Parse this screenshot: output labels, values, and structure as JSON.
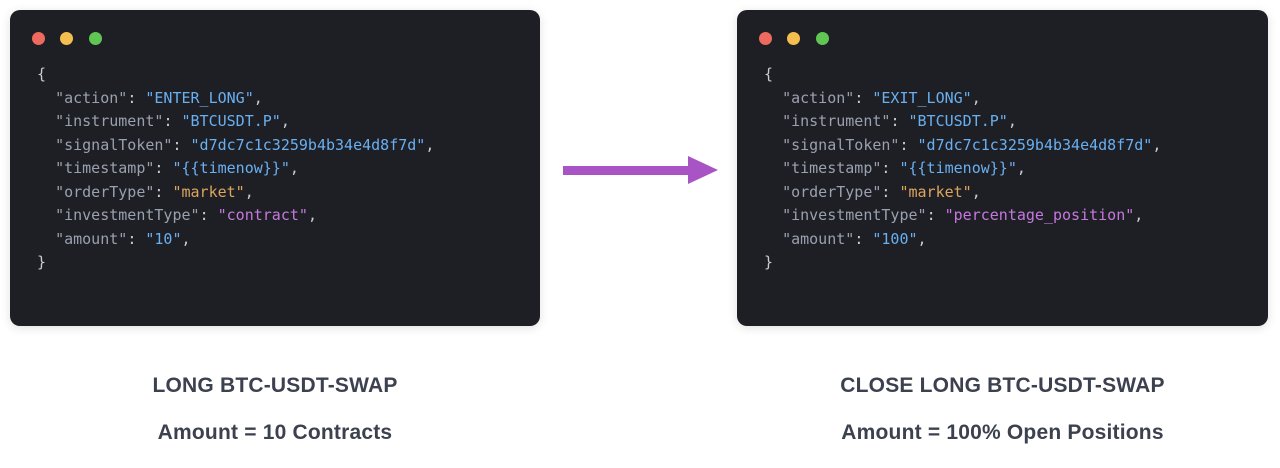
{
  "colors": {
    "page_background": "#ffffff",
    "terminal_background": "#1e1e25",
    "arrow": "#a854c4",
    "caption_text": "#3c4150",
    "traffic_red": "#ee6a5f",
    "traffic_yellow": "#f5bf4f",
    "traffic_green": "#61c554",
    "code_key": "#9aa1ae",
    "code_value_blue": "#69b0f1",
    "code_value_orange": "#dda65c",
    "code_value_purple": "#c678dd"
  },
  "arrow": {
    "icon": "right-arrow",
    "color": "#a854c4"
  },
  "windows": [
    {
      "id": "left",
      "caption_title": "LONG BTC-USDT-SWAP",
      "caption_sub": "Amount = 10 Contracts",
      "lines": [
        [
          {
            "t": "{",
            "c": "fg"
          }
        ],
        [
          {
            "t": "  ",
            "c": "fg"
          },
          {
            "t": "\"action\"",
            "c": "key"
          },
          {
            "t": ": ",
            "c": "fg"
          },
          {
            "t": "\"ENTER_LONG\"",
            "c": "blue"
          },
          {
            "t": ",",
            "c": "fg"
          }
        ],
        [
          {
            "t": "  ",
            "c": "fg"
          },
          {
            "t": "\"instrument\"",
            "c": "key"
          },
          {
            "t": ": ",
            "c": "fg"
          },
          {
            "t": "\"BTCUSDT.P\"",
            "c": "blue"
          },
          {
            "t": ",",
            "c": "fg"
          }
        ],
        [
          {
            "t": "  ",
            "c": "fg"
          },
          {
            "t": "\"signalToken\"",
            "c": "key"
          },
          {
            "t": ": ",
            "c": "fg"
          },
          {
            "t": "\"d7dc7c1c3259b4b34e4d8f7d\"",
            "c": "blue"
          },
          {
            "t": ",",
            "c": "fg"
          }
        ],
        [
          {
            "t": "  ",
            "c": "fg"
          },
          {
            "t": "\"timestamp\"",
            "c": "key"
          },
          {
            "t": ": ",
            "c": "fg"
          },
          {
            "t": "\"{{timenow}}\"",
            "c": "blue"
          },
          {
            "t": ",",
            "c": "fg"
          }
        ],
        [
          {
            "t": "  ",
            "c": "fg"
          },
          {
            "t": "\"orderType\"",
            "c": "key"
          },
          {
            "t": ": ",
            "c": "fg"
          },
          {
            "t": "\"market\"",
            "c": "orange"
          },
          {
            "t": ",",
            "c": "fg"
          }
        ],
        [
          {
            "t": "  ",
            "c": "fg"
          },
          {
            "t": "\"investmentType\"",
            "c": "key"
          },
          {
            "t": ": ",
            "c": "fg"
          },
          {
            "t": "\"contract\"",
            "c": "purple"
          },
          {
            "t": ",",
            "c": "fg"
          }
        ],
        [
          {
            "t": "  ",
            "c": "fg"
          },
          {
            "t": "\"amount\"",
            "c": "key"
          },
          {
            "t": ": ",
            "c": "fg"
          },
          {
            "t": "\"10\"",
            "c": "blue"
          },
          {
            "t": ",",
            "c": "fg"
          }
        ],
        [
          {
            "t": "}",
            "c": "fg"
          }
        ]
      ]
    },
    {
      "id": "right",
      "caption_title": "CLOSE LONG BTC-USDT-SWAP",
      "caption_sub": "Amount = 100% Open Positions",
      "lines": [
        [
          {
            "t": "{",
            "c": "fg"
          }
        ],
        [
          {
            "t": "  ",
            "c": "fg"
          },
          {
            "t": "\"action\"",
            "c": "key"
          },
          {
            "t": ": ",
            "c": "fg"
          },
          {
            "t": "\"EXIT_LONG\"",
            "c": "blue"
          },
          {
            "t": ",",
            "c": "fg"
          }
        ],
        [
          {
            "t": "  ",
            "c": "fg"
          },
          {
            "t": "\"instrument\"",
            "c": "key"
          },
          {
            "t": ": ",
            "c": "fg"
          },
          {
            "t": "\"BTCUSDT.P\"",
            "c": "blue"
          },
          {
            "t": ",",
            "c": "fg"
          }
        ],
        [
          {
            "t": "  ",
            "c": "fg"
          },
          {
            "t": "\"signalToken\"",
            "c": "key"
          },
          {
            "t": ": ",
            "c": "fg"
          },
          {
            "t": "\"d7dc7c1c3259b4b34e4d8f7d\"",
            "c": "blue"
          },
          {
            "t": ",",
            "c": "fg"
          }
        ],
        [
          {
            "t": "  ",
            "c": "fg"
          },
          {
            "t": "\"timestamp\"",
            "c": "key"
          },
          {
            "t": ": ",
            "c": "fg"
          },
          {
            "t": "\"{{timenow}}\"",
            "c": "blue"
          },
          {
            "t": ",",
            "c": "fg"
          }
        ],
        [
          {
            "t": "  ",
            "c": "fg"
          },
          {
            "t": "\"orderType\"",
            "c": "key"
          },
          {
            "t": ": ",
            "c": "fg"
          },
          {
            "t": "\"market\"",
            "c": "orange"
          },
          {
            "t": ",",
            "c": "fg"
          }
        ],
        [
          {
            "t": "  ",
            "c": "fg"
          },
          {
            "t": "\"investmentType\"",
            "c": "key"
          },
          {
            "t": ": ",
            "c": "fg"
          },
          {
            "t": "\"percentage_position\"",
            "c": "purple"
          },
          {
            "t": ",",
            "c": "fg"
          }
        ],
        [
          {
            "t": "  ",
            "c": "fg"
          },
          {
            "t": "\"amount\"",
            "c": "key"
          },
          {
            "t": ": ",
            "c": "fg"
          },
          {
            "t": "\"100\"",
            "c": "blue"
          },
          {
            "t": ",",
            "c": "fg"
          }
        ],
        [
          {
            "t": "}",
            "c": "fg"
          }
        ]
      ]
    }
  ]
}
